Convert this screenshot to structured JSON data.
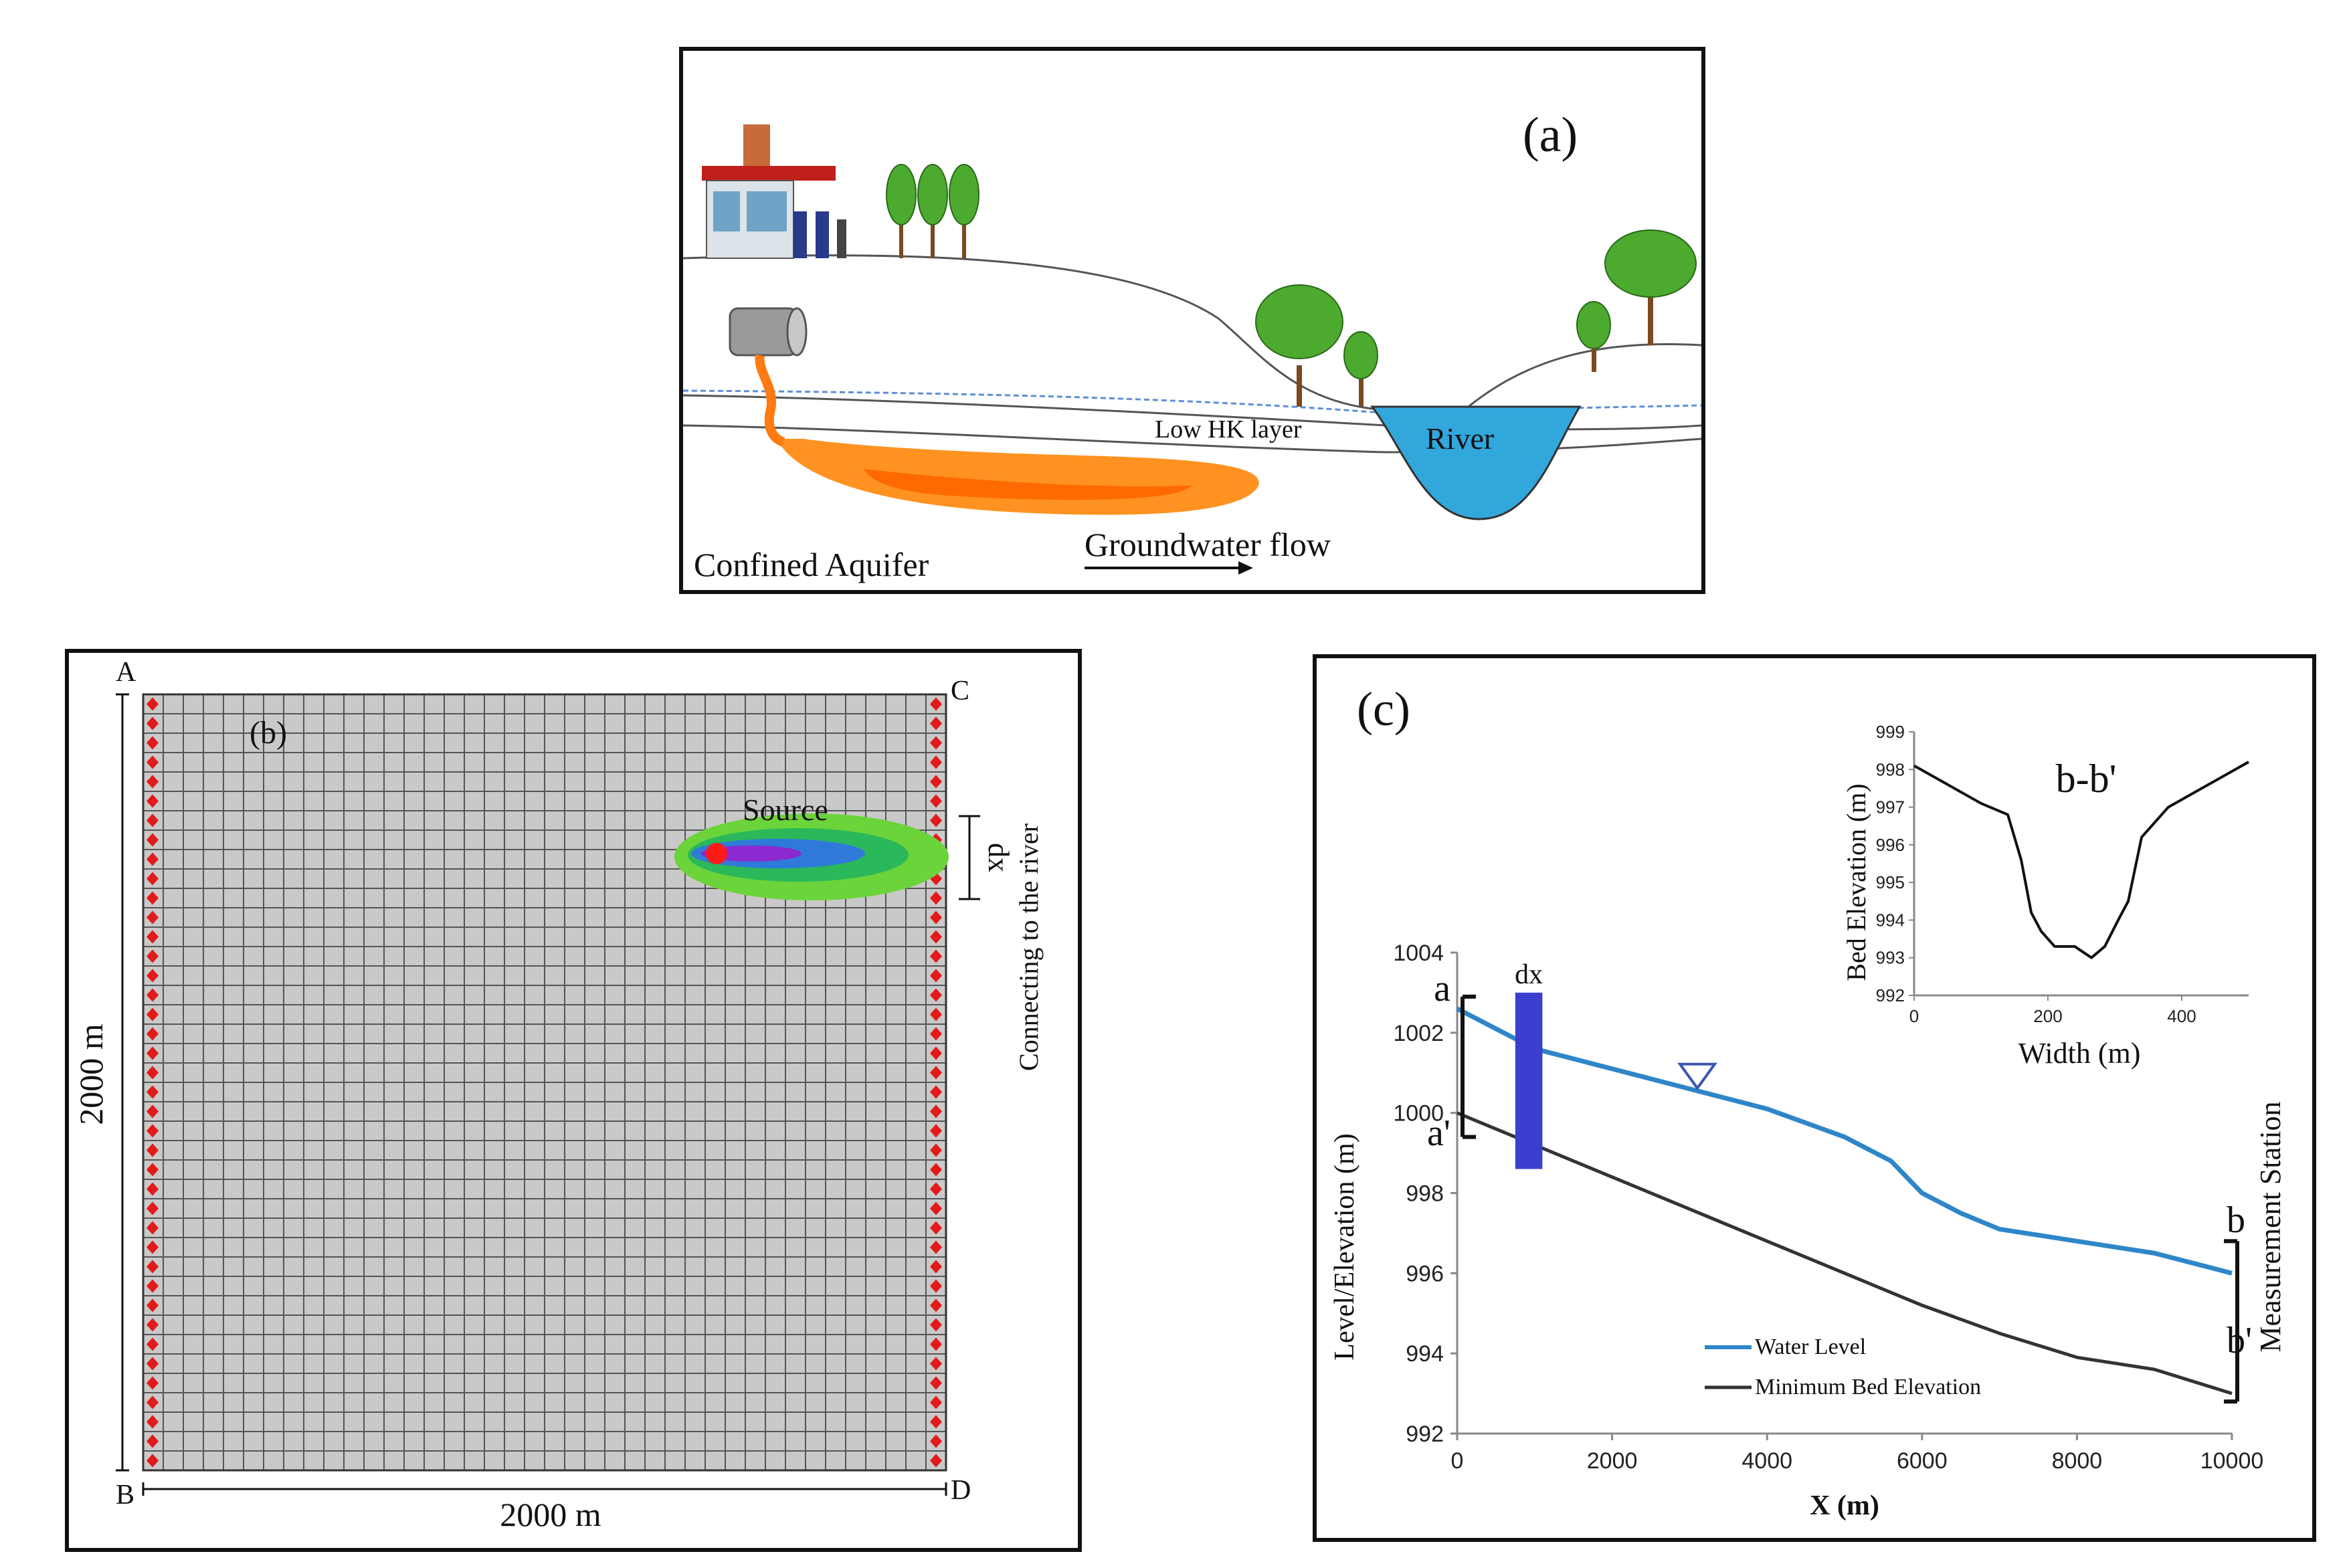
{
  "panel_a": {
    "tag": "(a)",
    "river_label": "River",
    "layer_label": "Low HK layer",
    "aquifer_label": "Confined Aquifer",
    "flow_label": "Groundwater flow"
  },
  "panel_b": {
    "tag": "(b)",
    "corner_a": "A",
    "corner_b": "B",
    "corner_c": "C",
    "corner_d": "D",
    "source_label": "Source",
    "dx_label": "dx",
    "river_note": "Connecting to the river",
    "width_label": "2000 m",
    "height_label": "2000 m",
    "grid_cells": 40
  },
  "panel_c": {
    "tag": "(c)",
    "dx_label": "dx",
    "a_label": "a",
    "a_prime_label": "a'",
    "b_label": "b",
    "b_prime_label": "b'",
    "station_label": "Measurement Station",
    "legend_water": "Water Level",
    "legend_bed": "Minimum Bed Elevation",
    "colors": {
      "water": "#2e86c8",
      "bed": "#333333",
      "dx_bar": "#3a3fd0"
    }
  },
  "chart_data": [
    {
      "type": "line",
      "xlabel": "X (m)",
      "ylabel": "Level/Elevation (m)",
      "xlim": [
        0,
        10000
      ],
      "ylim": [
        992,
        1004
      ],
      "xticks": [
        "0",
        "2000",
        "4000",
        "6000",
        "8000",
        "10000"
      ],
      "yticks": [
        "992",
        "994",
        "996",
        "998",
        "1000",
        "1002",
        "1004"
      ],
      "series": [
        {
          "name": "Water Level",
          "color": "#2e86c8",
          "x": [
            0,
            500,
            1000,
            2000,
            3000,
            4000,
            5000,
            5600,
            6000,
            6500,
            7000,
            8000,
            9000,
            10000
          ],
          "y": [
            1002.6,
            1002.1,
            1001.6,
            1001.1,
            1000.6,
            1000.1,
            999.4,
            998.8,
            998.0,
            997.5,
            997.1,
            996.8,
            996.5,
            996.0
          ]
        },
        {
          "name": "Minimum Bed Elevation",
          "color": "#333333",
          "x": [
            0,
            1000,
            2000,
            3000,
            4000,
            5000,
            6000,
            7000,
            8000,
            9000,
            10000
          ],
          "y": [
            1000.0,
            999.2,
            998.4,
            997.6,
            996.8,
            996.0,
            995.2,
            994.5,
            993.9,
            993.6,
            993.0
          ]
        }
      ]
    },
    {
      "type": "line",
      "title": "b-b'",
      "xlabel": "Width (m)",
      "ylabel": "Bed Elevation (m)",
      "xlim": [
        0,
        500
      ],
      "ylim": [
        992,
        999
      ],
      "xticks": [
        "0",
        "200",
        "400"
      ],
      "yticks": [
        "992",
        "993",
        "994",
        "995",
        "996",
        "997",
        "998",
        "999"
      ],
      "series": [
        {
          "x": [
            0,
            50,
            100,
            140,
            160,
            175,
            190,
            210,
            240,
            265,
            285,
            305,
            320,
            340,
            380,
            440,
            500
          ],
          "y": [
            998.1,
            997.6,
            997.1,
            996.8,
            995.6,
            994.2,
            993.7,
            993.3,
            993.3,
            993.0,
            993.3,
            994.0,
            994.5,
            996.2,
            997.0,
            997.6,
            998.2
          ]
        }
      ]
    }
  ]
}
